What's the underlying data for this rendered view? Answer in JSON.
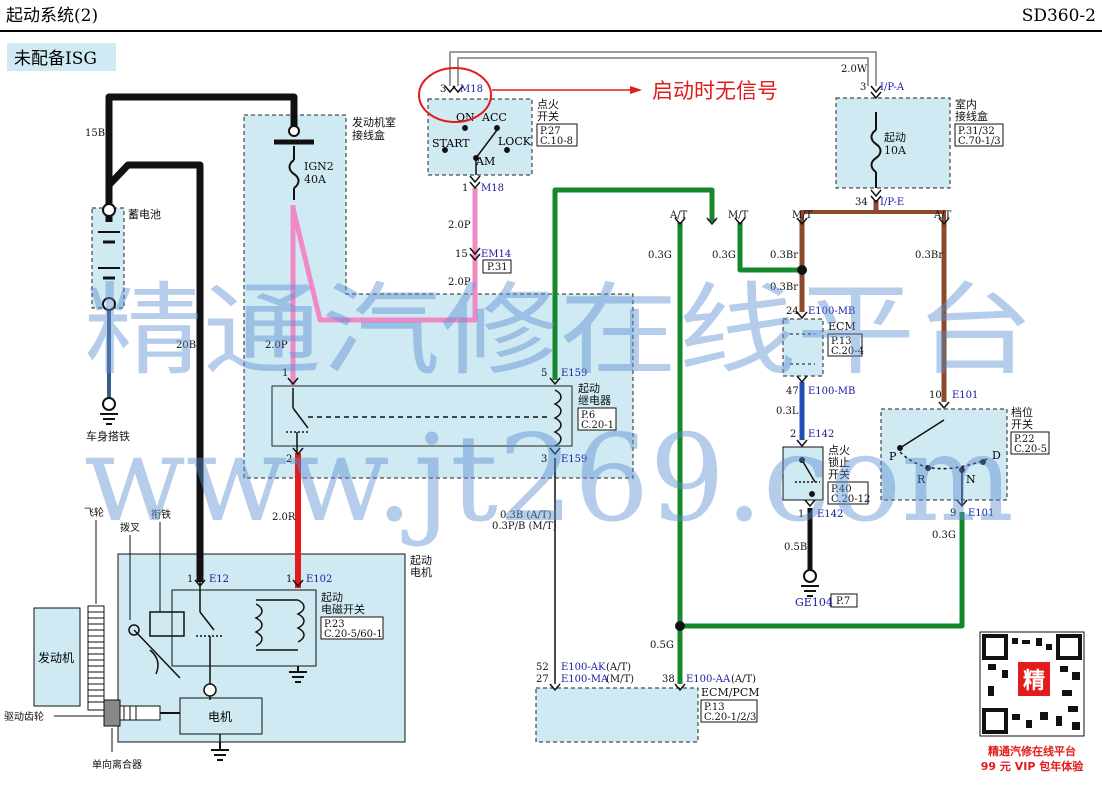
{
  "header": {
    "title": "起动系统(2)",
    "code": "SD360-2"
  },
  "variant_label": "未配备ISG",
  "annotation": "启动时无信号",
  "watermark": {
    "line1": "精通汽修在线平台",
    "line2": "www.jt269.com"
  },
  "promo": {
    "line1": "精通汽修在线平台",
    "line2": "99 元 VIP 包年体验",
    "qr_char": "精"
  },
  "colors": {
    "black": "#111111",
    "pink": "#f08ac6",
    "red": "#e41b1b",
    "green": "#16882c",
    "brown": "#8b4a2b",
    "blue": "#1f4fb5",
    "gray": "#9a9a9a",
    "box": "#cfeaf2",
    "conn": "#1a1aa0"
  },
  "components": {
    "battery": "蓄电池",
    "body_ground": "车身搭铁",
    "engine_fuse_box": {
      "line1": "发动机室",
      "line2": "接线盒"
    },
    "ign2_fuse": {
      "line1": "IGN2",
      "line2": "40A"
    },
    "ignition_switch": {
      "line1": "点火",
      "line2": "开关",
      "ref1": "P.27",
      "ref2": "C.10-8",
      "on": "ON",
      "acc": "ACC",
      "start": "START",
      "lock": "LOCK",
      "am": "AM"
    },
    "indoor_box": {
      "line1": "室内",
      "line2": "接线盒",
      "ref1": "P.31/32",
      "ref2": "C.70-1/3"
    },
    "start_fuse": {
      "line1": "起动",
      "line2": "10A"
    },
    "start_relay": {
      "line1": "起动",
      "line2": "继电器",
      "ref1": "P.6",
      "ref2": "C.20-1"
    },
    "ecm": {
      "name": "ECM",
      "ref1": "P.13",
      "ref2": "C.20-4"
    },
    "lock_switch": {
      "line1": "点火",
      "line2": "锁止",
      "line3": "开关",
      "ref1": "P.40",
      "ref2": "C.20-12"
    },
    "range_switch": {
      "line1": "档位",
      "line2": "开关",
      "ref1": "P.22",
      "ref2": "C.20-5",
      "p": "P",
      "r": "R",
      "n": "N",
      "d": "D"
    },
    "starter": {
      "line1": "起动",
      "line2": "电机"
    },
    "solenoid": {
      "line1": "起动",
      "line2": "电磁开关",
      "ref1": "P.23",
      "ref2": "C.20-5/60-1"
    },
    "motor": "电机",
    "engine": "发动机",
    "flywheel": "飞轮",
    "fork": "拨叉",
    "core": "衔铁",
    "pinion": "驱动齿轮",
    "clutch": "单向离合器",
    "ecm_pcm": {
      "name": "ECM/PCM",
      "ref1": "P.13",
      "ref2": "C.20-1/2/3"
    },
    "ge104": "GE104",
    "ge104_ref": "P.7",
    "em14_ref": "P.31"
  },
  "wires": {
    "w15b": "15B",
    "w20b": "20B",
    "w20p_a": "2.0P",
    "w20p_b": "2.0P",
    "w20p_c": "2.0P",
    "w20r": "2.0R",
    "w20w": "2.0W",
    "w03g_a": "0.3G",
    "w03g_b": "0.3G",
    "w03br_a": "0.3Br",
    "w03br_b": "0.3Br",
    "w03br_c": "0.3Br",
    "w03l": "0.3L",
    "w05b": "0.5B",
    "w03g_c": "0.3G",
    "w05g": "0.5G",
    "w03b_at": "0.3B (A/T)",
    "w03pb_mt": "0.3P/B (M/T)",
    "at_a": "A/T",
    "mt_a": "M/T",
    "mt_b": "M/T",
    "at_b": "A/T",
    "at_c": "A/T",
    "at_d": "(A/T)",
    "mt_d": "(M/T)"
  },
  "connectors": {
    "m18_top": "M18",
    "m18_top_pin": "3",
    "m18_bot": "M18",
    "m18_bot_pin": "1",
    "em14": "EM14",
    "em14_pin": "15",
    "ipa": "I/P-A",
    "ipa_pin": "3",
    "ipe": "I/P-E",
    "ipe_pin": "34",
    "e159_a": "E159",
    "e159_a_pin": "5",
    "e159_b": "E159",
    "e159_b_pin": "3",
    "relay_pin1": "1",
    "relay_pin2": "2",
    "e100mb_a": "E100-MB",
    "e100mb_a_pin": "24",
    "e100mb_b": "E100-MB",
    "e100mb_b_pin": "47",
    "e142_a": "E142",
    "e142_a_pin": "2",
    "e142_b": "E142",
    "e142_b_pin": "1",
    "e101_a": "E101",
    "e101_a_pin": "10",
    "e101_b": "E101",
    "e101_b_pin": "9",
    "e12": "E12",
    "e12_pin": "1",
    "e102": "E102",
    "e102_pin": "1",
    "e100ak": "E100-AK",
    "e100ak_pin": "52",
    "e100ma": "E100-MA",
    "e100ma_pin": "27",
    "e100aa": "E100-AA",
    "e100aa_pin": "38"
  }
}
